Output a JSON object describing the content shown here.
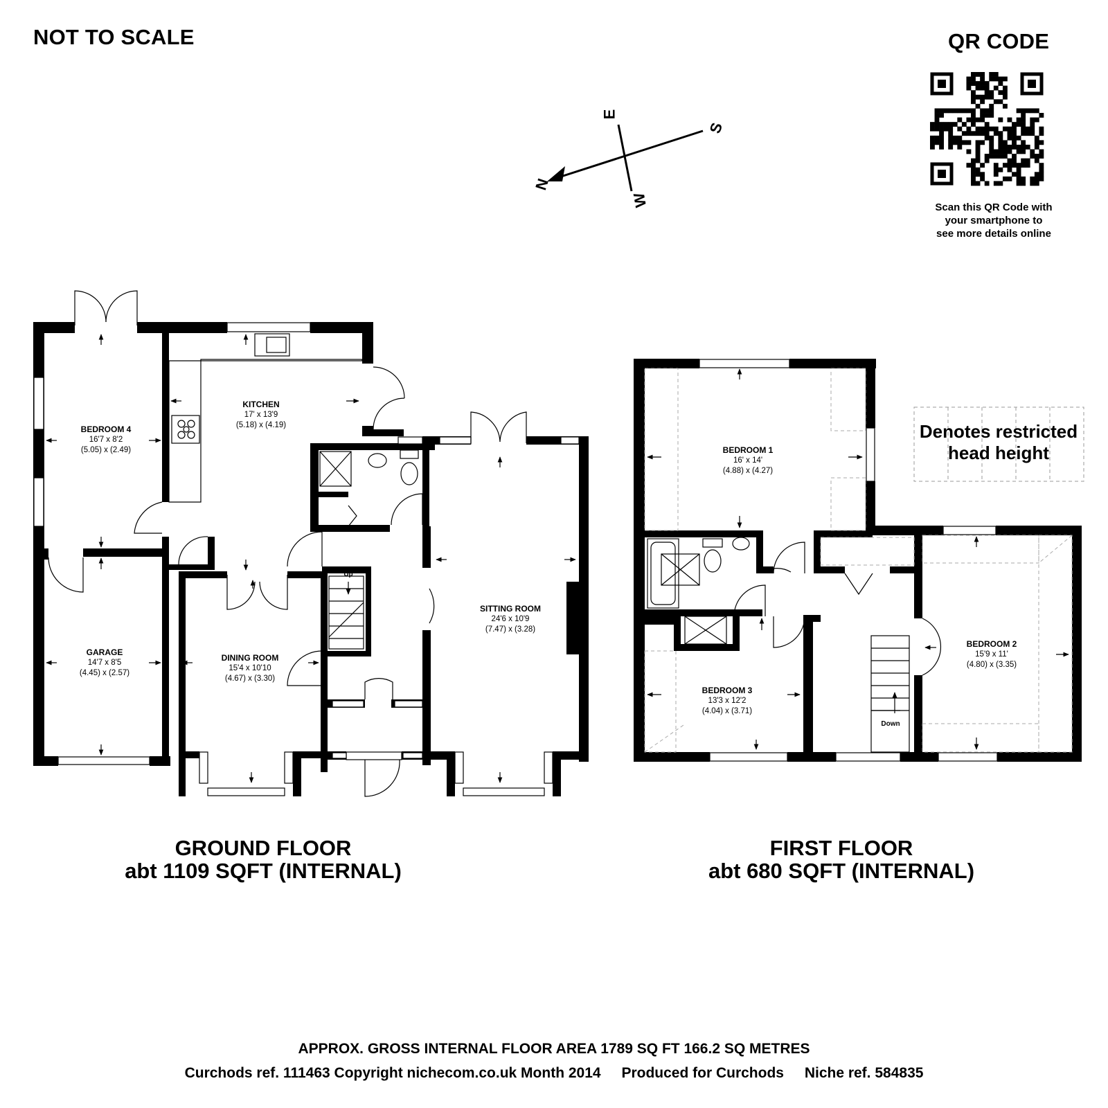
{
  "header": {
    "scale_note": "NOT TO SCALE",
    "qr_title": "QR CODE"
  },
  "qr_caption": [
    "Scan this QR Code with",
    "your smartphone to",
    "see more details online"
  ],
  "compass": {
    "n": "N",
    "e": "E",
    "s": "S",
    "w": "W"
  },
  "legend": {
    "line1": "Denotes restricted",
    "line2": "head height"
  },
  "ground_floor": {
    "title": "GROUND FLOOR",
    "area": "abt 1109 SQFT (INTERNAL)",
    "rooms": [
      {
        "name": "BEDROOM 4",
        "imperial": "16'7 x 8'2",
        "metric": "(5.05) x (2.49)"
      },
      {
        "name": "KITCHEN",
        "imperial": "17' x 13'9",
        "metric": "(5.18) x (4.19)"
      },
      {
        "name": "GARAGE",
        "imperial": "14'7 x 8'5",
        "metric": "(4.45) x (2.57)"
      },
      {
        "name": "DINING ROOM",
        "imperial": "15'4 x 10'10",
        "metric": "(4.67) x (3.30)"
      },
      {
        "name": "SITTING ROOM",
        "imperial": "24'6 x 10'9",
        "metric": "(7.47) x (3.28)"
      }
    ],
    "stairs_label": "Up"
  },
  "first_floor": {
    "title": "FIRST FLOOR",
    "area": "abt 680 SQFT (INTERNAL)",
    "rooms": [
      {
        "name": "BEDROOM 1",
        "imperial": "16' x 14'",
        "metric": "(4.88) x (4.27)"
      },
      {
        "name": "BEDROOM 2",
        "imperial": "15'9 x 11'",
        "metric": "(4.80) x (3.35)"
      },
      {
        "name": "BEDROOM 3",
        "imperial": "13'3 x 12'2",
        "metric": "(4.04) x (3.71)"
      }
    ],
    "stairs_label": "Down"
  },
  "footer": {
    "line1": "APPROX. GROSS INTERNAL FLOOR AREA 1789 SQ FT 166.2 SQ METRES",
    "ref": "Curchods ref. 111463 Copyright nichecom.co.uk Month 2014",
    "produced": "Produced for Curchods",
    "niche": "Niche ref. 584835"
  }
}
